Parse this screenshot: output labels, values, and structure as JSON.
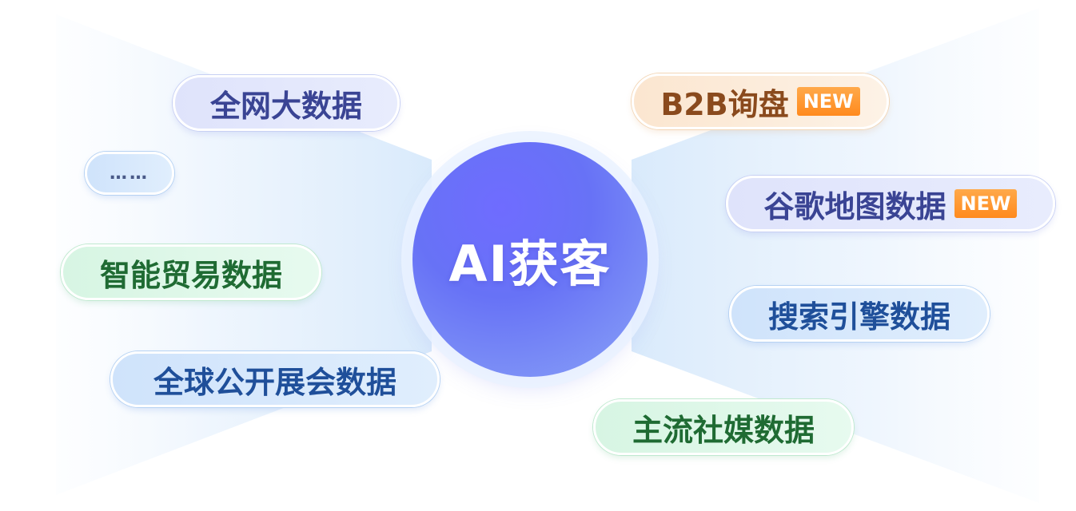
{
  "hub": {
    "title": "AI获客"
  },
  "nodes": {
    "web_big_data": {
      "label": "全网大数据"
    },
    "more": {
      "label": "……"
    },
    "trade_data": {
      "label": "智能贸易数据"
    },
    "expo_data": {
      "label": "全球公开展会数据"
    },
    "b2b_inquiry": {
      "label": "B2B询盘",
      "badge": "NEW"
    },
    "google_maps": {
      "label": "谷歌地图数据",
      "badge": "NEW"
    },
    "search_engine": {
      "label": "搜索引擎数据"
    },
    "social_media": {
      "label": "主流社媒数据"
    }
  },
  "colors": {
    "hub": "#6772f6",
    "badge": "#ff8a1e",
    "green_text": "#1f6b33",
    "blue_text": "#1f4f9a",
    "lavender_text": "#3a4494",
    "orange_text": "#8a4a1d"
  }
}
